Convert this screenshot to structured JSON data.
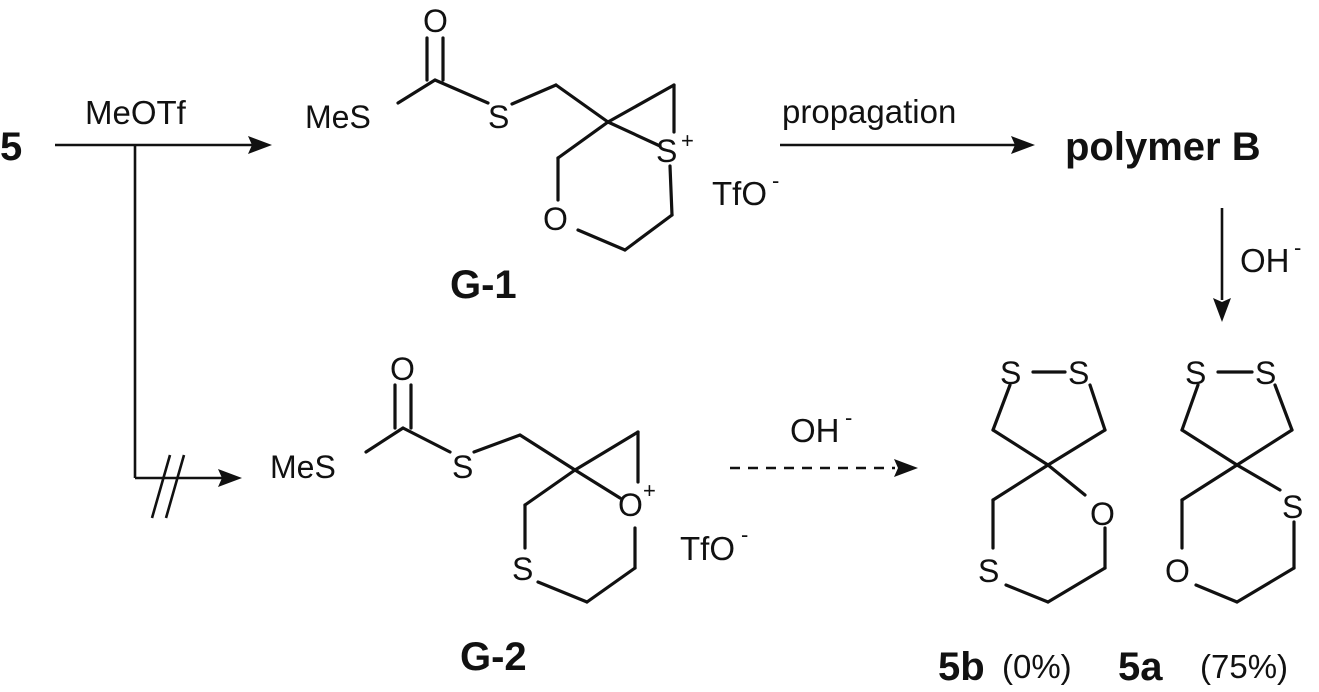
{
  "start": {
    "label": "5",
    "reagent": "MeOTf"
  },
  "g1": {
    "label": "G-1",
    "atoms": {
      "o_carbonyl": "O",
      "mes": "MeS",
      "s_link": "S",
      "s_ring": "S",
      "s_charge": "+",
      "o_ring": "O"
    },
    "counterion": {
      "base": "TfO",
      "charge": "-"
    }
  },
  "g2": {
    "label": "G-2",
    "atoms": {
      "o_carbonyl": "O",
      "mes": "MeS",
      "s_link": "S",
      "o_ring": "O",
      "o_charge": "+",
      "s_ring": "S"
    },
    "counterion": {
      "base": "TfO",
      "charge": "-"
    }
  },
  "arrows": {
    "propagation": "propagation",
    "hydroxide_1": {
      "base": "OH",
      "charge": "-"
    },
    "hydroxide_2": {
      "base": "OH",
      "charge": "-"
    }
  },
  "polymer": {
    "label": "polymer B"
  },
  "p5b": {
    "label": "5b",
    "yield": "(0%)",
    "atoms": {
      "s1": "S",
      "s2": "S",
      "o_ring": "O",
      "s_ring": "S"
    }
  },
  "p5a": {
    "label": "5a",
    "yield": "(75%)",
    "atoms": {
      "s1": "S",
      "s2": "S",
      "s_ring": "S",
      "o_ring": "O"
    }
  }
}
